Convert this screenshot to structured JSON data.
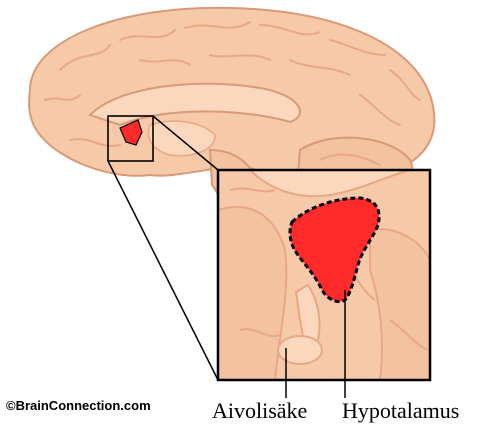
{
  "diagram": {
    "labels": {
      "pituitary": "Aivolisäke",
      "hypothalamus": "Hypotalamus"
    },
    "credit": "©BrainConnection.com",
    "colors": {
      "brain_fill": "#f6c9a8",
      "brain_outline": "#d89a78",
      "brain_fold": "#e8a886",
      "structure_fill": "#fbd8bd",
      "highlight": "#ff2a2a",
      "frame": "#000000"
    }
  }
}
